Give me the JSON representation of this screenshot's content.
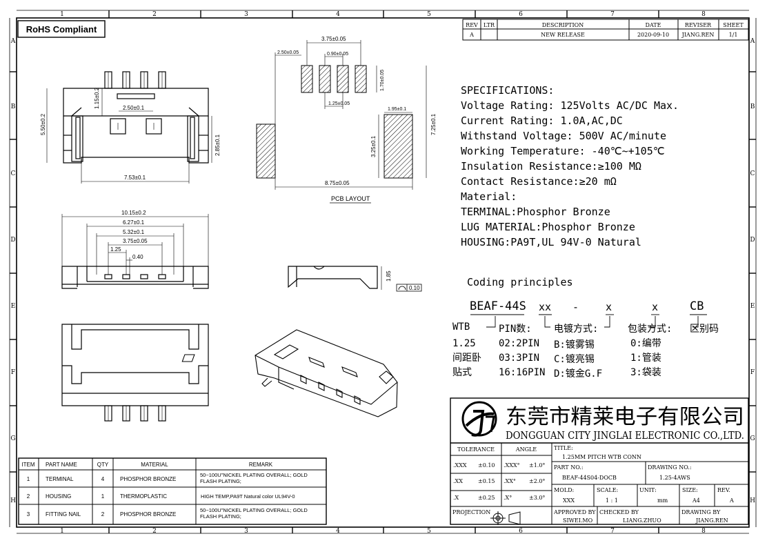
{
  "frame": {
    "top_numbers": [
      "1",
      "2",
      "3",
      "4",
      "5",
      "6",
      "7",
      "8"
    ],
    "side_letters": [
      "A",
      "B",
      "C",
      "D",
      "E",
      "F",
      "G",
      "H"
    ]
  },
  "rohs": "RoHS Compliant",
  "revision": {
    "headers": [
      "REV",
      "LTR",
      "DESCRIPTION",
      "DATE",
      "REVISER",
      "SHEET"
    ],
    "row": [
      "A",
      "",
      "NEW RELEASE",
      "2020-09-10",
      "JIANG.REN",
      "1/1"
    ]
  },
  "specs": [
    "SPECIFICATIONS:",
    "Voltage Rating: 125Volts AC/DC Max.",
    "Current Rating: 1.0A,AC,DC",
    "Withstand Voltage: 500V AC/minute",
    "Working Temperature: -40℃~+105℃",
    "Insulation Resistance:≥100 MΩ",
    "Contact Resistance:≥20 mΩ",
    "Material:",
    "TERMINAL:Phosphor Bronze",
    "LUG MATERIAL:Phosphor Bronze",
    "HOUSING:PA9T,UL 94V-0 Natural"
  ],
  "coding": {
    "title": "Coding principles",
    "code": [
      "BEAF-44S",
      "xx",
      "-",
      "x",
      "x",
      "CB"
    ],
    "labels": [
      "WTB",
      "PIN数:",
      "电镀方式:",
      "包装方式:",
      "区别码"
    ],
    "col1": [
      "1.25",
      "间距卧",
      "贴式"
    ],
    "col2": [
      "02:2PIN",
      "03:3PIN",
      "16:16PIN"
    ],
    "col3": [
      "B:镀雾锡",
      "C:镀亮锡",
      "D:镀金G.F"
    ],
    "col4": [
      "0:编带",
      "1:管装",
      "3:袋装"
    ]
  },
  "company": {
    "cn": "东莞市精莱电子有限公司",
    "en": "DONGGUAN CITY JINGLAI ELECTRONIC CO.,LTD."
  },
  "titleblock": {
    "tolerance": "TOLERANCE",
    "angle": "ANGLE",
    "tol_rows": [
      [
        ".XXX",
        "±0.10",
        ".XXX°",
        "±1.0°"
      ],
      [
        ".XX",
        "±0.15",
        ".XX°",
        "±2.0°"
      ],
      [
        ".X",
        "±0.25",
        ".X°",
        "±3.0°"
      ]
    ],
    "title_label": "TITLE:",
    "title_value": "1.25MM PITCH WTB CONN",
    "part_no_label": "PART NO.:",
    "part_no": "BEAF-44S04-DOCB",
    "drawing_no_label": "DRAWING NO.:",
    "drawing_no": "1.25-4AWS",
    "mold_label": "MOLD:",
    "mold": "XXX",
    "scale_label": "SCALE:",
    "scale": "1 : 1",
    "unit_label": "UNIT:",
    "unit": "mm",
    "size_label": "SIZE:",
    "size": "A4",
    "rev_label": "REV.",
    "rev": "A",
    "projection": "PROJECTION",
    "approved_label": "APPROVED BY",
    "approved": "SIWEI.MO",
    "checked_label": "CHECKED BY",
    "checked": "LIANG.ZHUO",
    "drawing_by_label": "DRAWING BY",
    "drawing_by": "JIANG.REN"
  },
  "bom": {
    "headers": [
      "ITEM",
      "PART NAME",
      "QTY",
      "MATERIAL",
      "REMARK"
    ],
    "rows": [
      [
        "1",
        "TERMINAL",
        "4",
        "PHOSPHOR BRONZE",
        "50~100U\"NICKEL PLATING OVERALL; GOLD FLASH PLATING;"
      ],
      [
        "2",
        "HOUSING",
        "1",
        "THERMOPLASTIC",
        "HIGH TEMP,PA9T Natural color UL94V-0"
      ],
      [
        "3",
        "FITTING NAIL",
        "2",
        "PHOSPHOR BRONZE",
        "50~100U\"NICKEL PLATING OVERALL; GOLD FLASH PLATING;"
      ]
    ]
  },
  "dims": {
    "top_h1": "1.15±0.2",
    "top_w1": "2.50±0.1",
    "top_h2": "5.50±0.2",
    "top_h3": "2.85±0.1",
    "top_w2": "7.53±0.1",
    "pcb_w1": "3.75±0.05",
    "pcb_w2": "2.50±0.05",
    "pcb_w3": "0.90±0.05",
    "pcb_h1": "1.70±0.05",
    "pcb_w4": "1.25±0.05",
    "pcb_w5": "1.95±0.1",
    "pcb_h2": "7.25±0.1",
    "pcb_h3": "3.25±0.1",
    "pcb_w6": "8.75±0.05",
    "pcb_title": "PCB LAYOUT",
    "front_w1": "10.15±0.2",
    "front_w2": "6.27±0.1",
    "front_w3": "5.32±0.1",
    "front_w4": "3.75±0.05",
    "front_w5": "1.25",
    "front_w6": "0.40",
    "side_h": "1.85",
    "flat": "0.10"
  }
}
